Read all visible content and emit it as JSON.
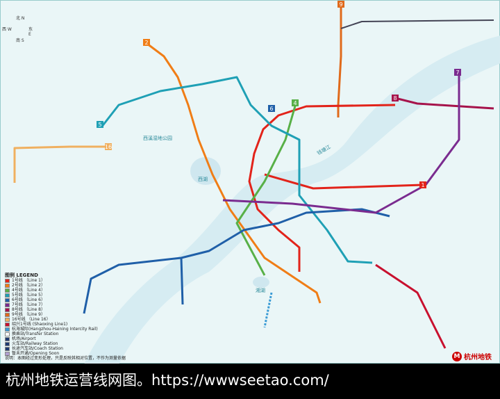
{
  "legend": {
    "title": "图例 LEGEND",
    "items": [
      {
        "label": "1号线 （Line 1）",
        "color": "#e2231a"
      },
      {
        "label": "2号线 （Line 2）",
        "color": "#f07d16"
      },
      {
        "label": "4号线 （Line 4）",
        "color": "#58b047"
      },
      {
        "label": "5号线 （Line 5）",
        "color": "#1fa0b5"
      },
      {
        "label": "6号线 （Line 6）",
        "color": "#1f5fa8"
      },
      {
        "label": "7号线 （Line 7）",
        "color": "#7a2b8f"
      },
      {
        "label": "8号线 （Line 8）",
        "color": "#a6134b"
      },
      {
        "label": "9号线 （Line 9）",
        "color": "#e06a1b"
      },
      {
        "label": "16号线 （Line 16）",
        "color": "#f0b060"
      },
      {
        "label": "绍兴1号线 (Shaoxing Line1)",
        "color": "#c8102e"
      },
      {
        "label": "杭海城际(Hangzhou-Haining Intercity Rail)",
        "color": "#3a9bd5"
      },
      {
        "label": "换乘站/Transfer Station",
        "color": "#ffffff"
      },
      {
        "label": "机场/Airport",
        "color": "#1f3a70"
      },
      {
        "label": "火车站/Railway Station",
        "color": "#1f3a70"
      },
      {
        "label": "长途汽车站/Coach Station",
        "color": "#1f3a70"
      },
      {
        "label": "暂未开通/Opening Soon",
        "color": "#b0a0d0"
      }
    ],
    "note": "说明：本图经过变形处理，只是反映其相对位置，不作为测量依据"
  },
  "badges": [
    {
      "text": "1",
      "color": "#e2231a"
    },
    {
      "text": "2",
      "color": "#f07d16"
    },
    {
      "text": "4",
      "color": "#58b047"
    },
    {
      "text": "5",
      "color": "#1fa0b5"
    },
    {
      "text": "6",
      "color": "#1f5fa8"
    },
    {
      "text": "7",
      "color": "#7a2b8f"
    },
    {
      "text": "8",
      "color": "#a6134b"
    },
    {
      "text": "9",
      "color": "#e06a1b"
    },
    {
      "text": "16",
      "color": "#f0b060"
    }
  ],
  "places": {
    "west_lake": "西湖",
    "river": "钱塘江",
    "wetland": "西溪湿地公园",
    "xianghu": "湘湖"
  },
  "compass": {
    "n": "北 N",
    "s": "南 S",
    "w": "西 W",
    "e": "东 E"
  },
  "logo": "杭州地铁",
  "caption": "杭州地铁运营线网图。https://wwwseetao.com/"
}
